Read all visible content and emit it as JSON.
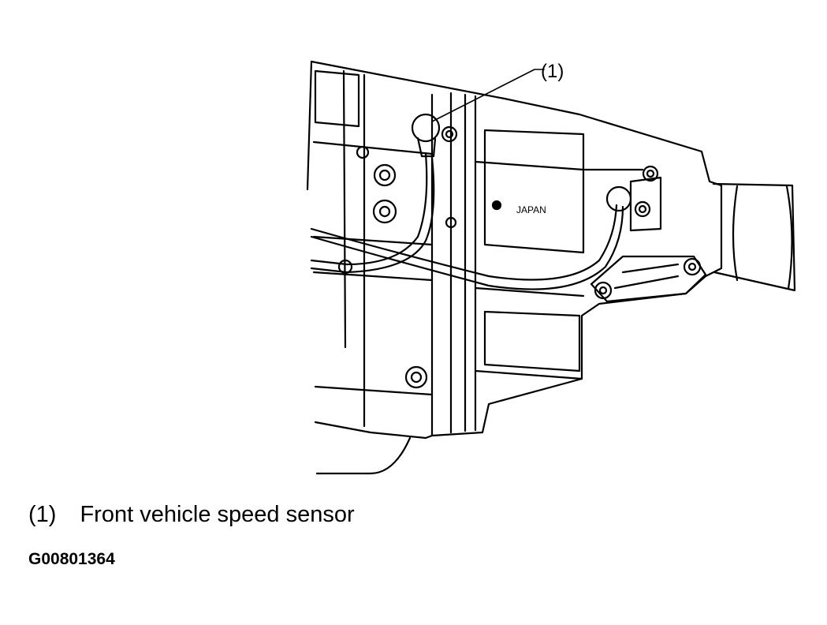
{
  "callout": {
    "marker": "(1)"
  },
  "housing_text": "JAPAN",
  "legend": {
    "marker": "(1)",
    "label": "Front vehicle speed sensor"
  },
  "figure_id": "G00801364"
}
